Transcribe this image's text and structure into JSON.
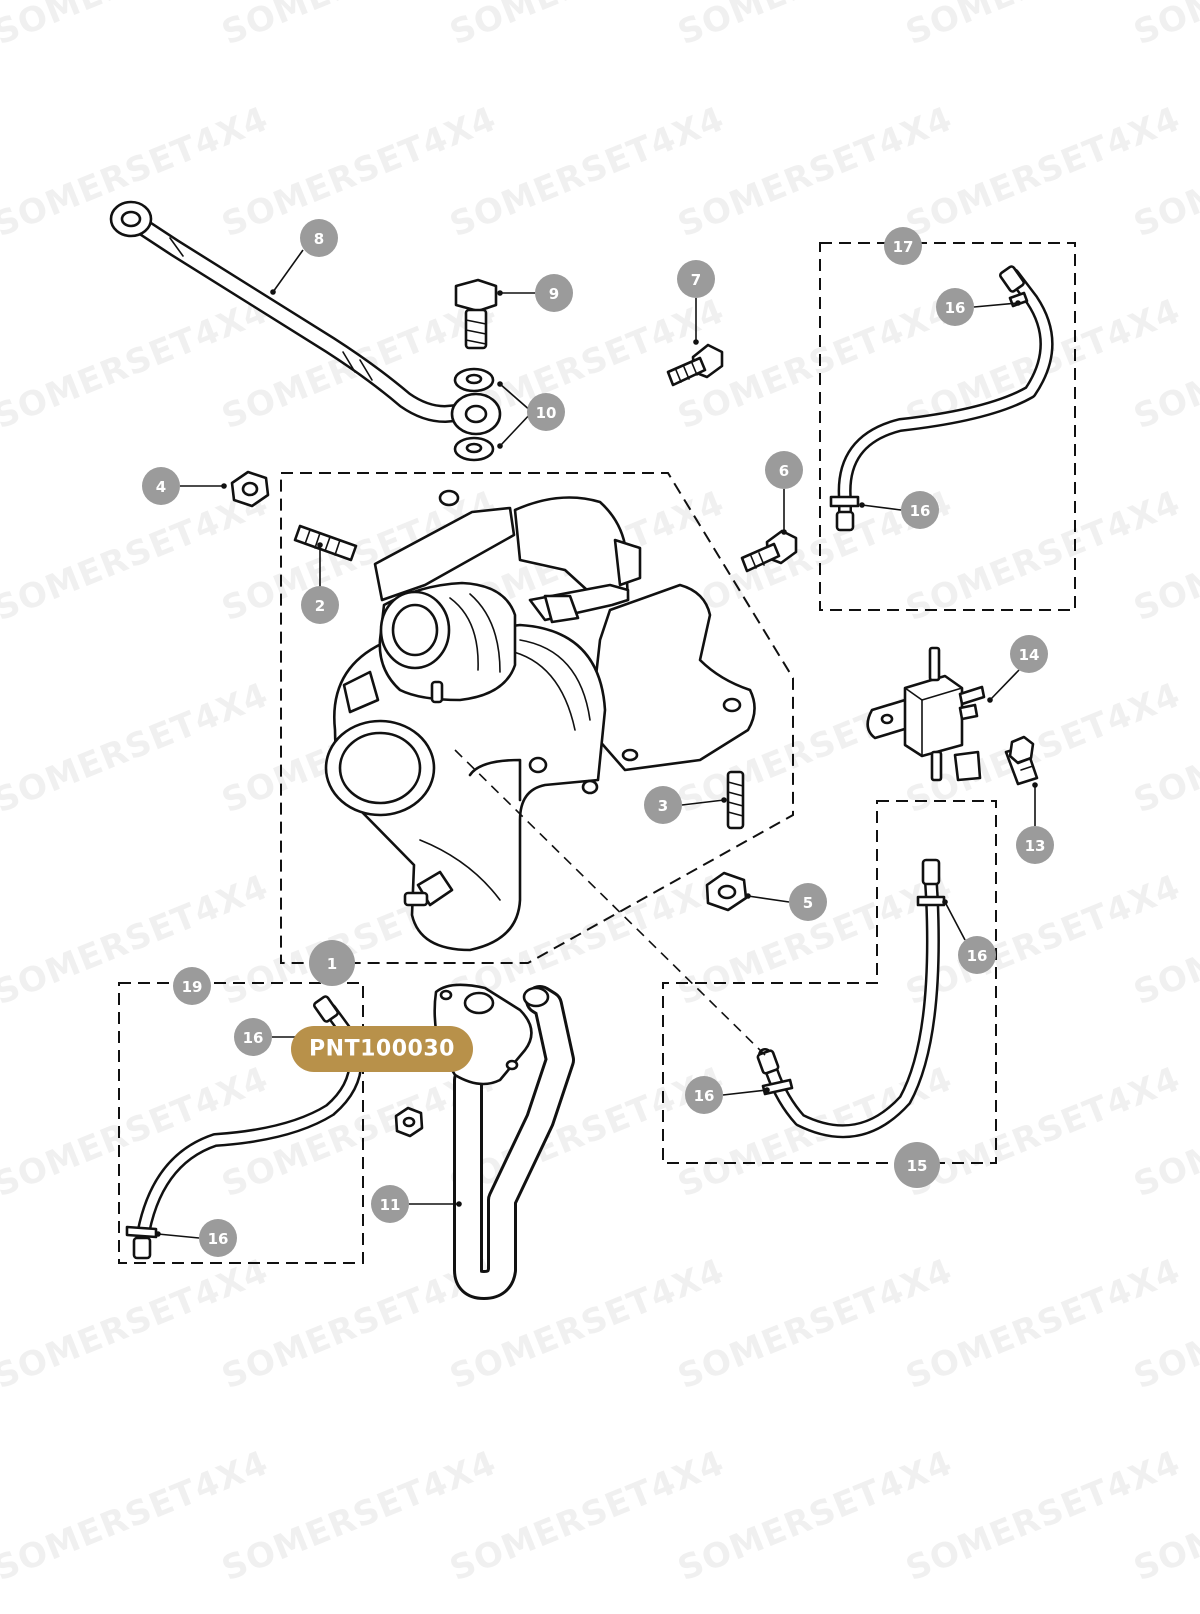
{
  "watermark": {
    "text": "SOMERSET4X4"
  },
  "part_number_badge": "PNT100030",
  "callouts": [
    "1",
    "2",
    "3",
    "4",
    "5",
    "6",
    "7",
    "8",
    "9",
    "10",
    "11",
    "13",
    "14",
    "15",
    "16",
    "16",
    "16",
    "16",
    "16",
    "16",
    "17",
    "19"
  ],
  "colors": {
    "callout_fill": "#9b9b9b",
    "callout_text": "#ffffff",
    "badge_fill": "#b8914a",
    "line_art": "#111111",
    "background": "#ffffff"
  }
}
